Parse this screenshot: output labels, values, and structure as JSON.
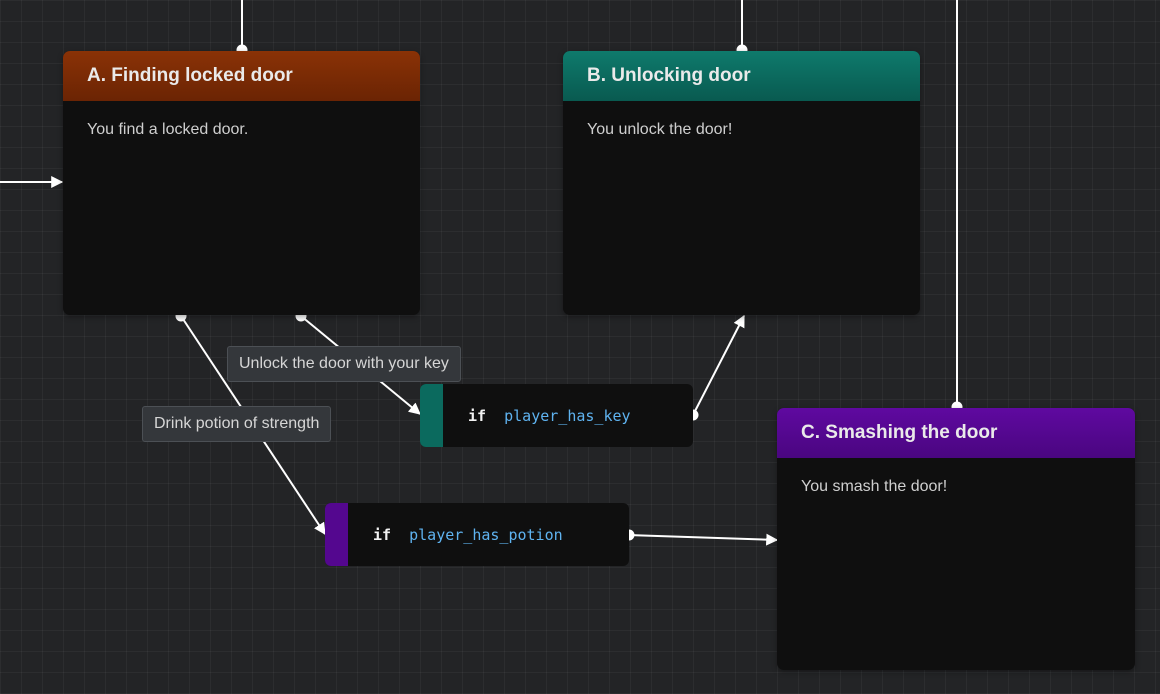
{
  "nodes": {
    "a": {
      "title": "A. Finding locked door",
      "text": "You find a locked door.",
      "color": "#7a2a05"
    },
    "b": {
      "title": "B. Unlocking door",
      "text": "You unlock the door!",
      "color": "#0b6a5e"
    },
    "c": {
      "title": "C. Smashing the door",
      "text": "You smash the door!",
      "color": "#54078f"
    }
  },
  "conditions": {
    "key": {
      "keyword": "if",
      "variable": "player_has_key",
      "color": "#0b6a5e"
    },
    "potion": {
      "keyword": "if",
      "variable": "player_has_potion",
      "color": "#54078f"
    }
  },
  "choices": {
    "unlock": "Unlock the door with your key",
    "drink": "Drink potion of strength"
  },
  "colors": {
    "background": "#232426",
    "node_body": "#0f0f0f",
    "link": "#ffffff",
    "variable": "#5fb3f0"
  }
}
